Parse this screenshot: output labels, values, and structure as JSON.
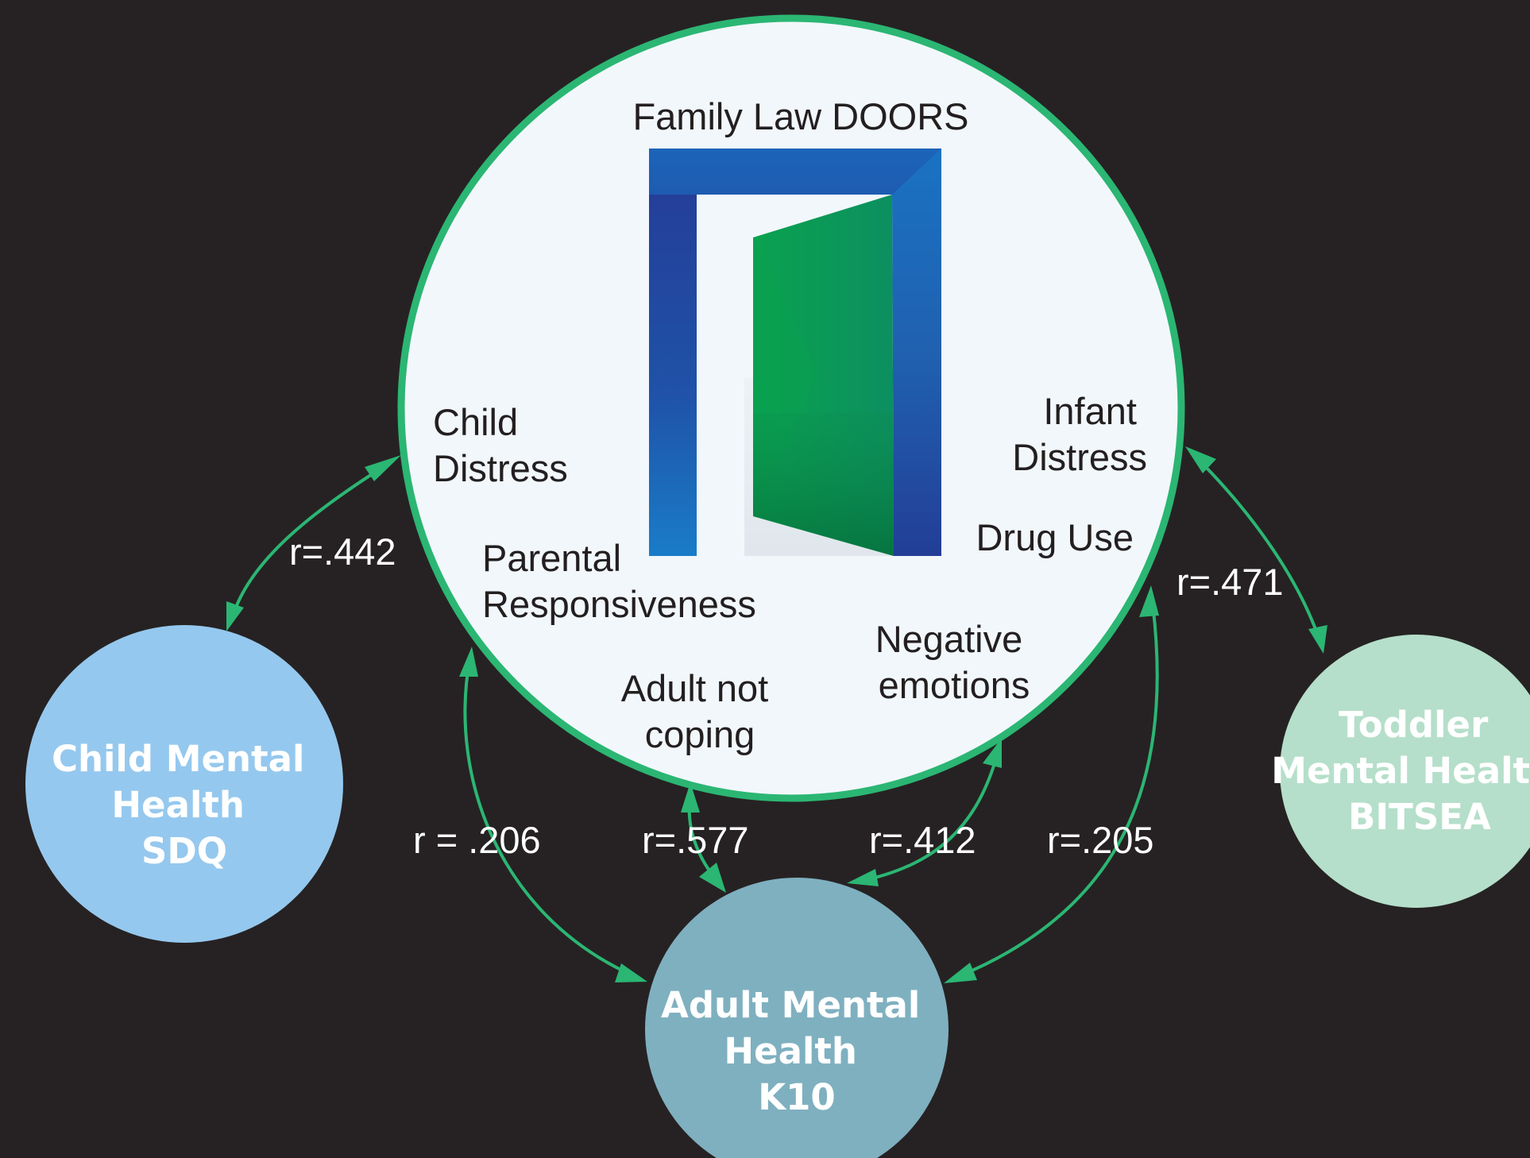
{
  "colors": {
    "background": "#262223",
    "connector": "#2bb673",
    "central_circle_fill": "#f2f7fb",
    "central_circle_stroke": "#2bb673",
    "child_node": "#95c8ee",
    "adult_node": "#7fb0c0",
    "toddler_node": "#b5dfca",
    "door_frame": "#1f4aa0",
    "door_panel": "#0d9a52"
  },
  "center": {
    "title": "Family Law DOORS",
    "icon": "open-door-icon",
    "factors": {
      "child_distress": [
        "Child",
        "Distress"
      ],
      "infant_distress": [
        "Infant",
        "Distress"
      ],
      "drug_use": "Drug Use",
      "parental_responsiveness": [
        "Parental",
        "Responsiveness"
      ],
      "negative_emotions": [
        "Negative",
        "emotions"
      ],
      "adult_not_coping": [
        "Adult not",
        "coping"
      ]
    }
  },
  "nodes": {
    "child": [
      "Child Mental",
      "Health",
      "SDQ"
    ],
    "adult": [
      "Adult Mental",
      "Health",
      "K10"
    ],
    "toddler": [
      "Toddler",
      "Mental Health",
      "BITSEA"
    ]
  },
  "correlations": {
    "child_distress_sdq": "r=.442",
    "parental_responsiveness_k10": "r = .206",
    "adult_not_coping_k10": "r=.577",
    "negative_emotions_k10": "r=.412",
    "drug_use_k10": "r=.205",
    "infant_distress_bitsea": "r=.471"
  }
}
